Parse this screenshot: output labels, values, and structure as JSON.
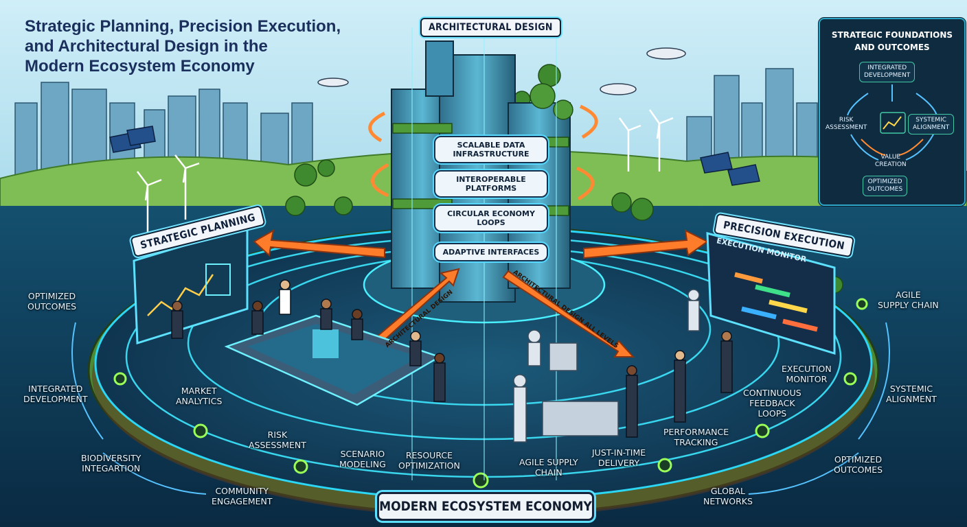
{
  "title_lines": [
    "Strategic Planning, Precision Execution,",
    "and Architectural Design in the",
    "Modern Ecosystem Economy"
  ],
  "architectural_design": "ARCHITECTURAL DESIGN",
  "tower_layers": [
    [
      "SCALABLE DATA",
      "INFRASTRUCTURE"
    ],
    [
      "INTEROPERABLE",
      "PLATFORMS"
    ],
    [
      "CIRCULAR ECONOMY",
      "LOOPS"
    ],
    [
      "ADAPTIVE INTERFACES"
    ]
  ],
  "strategic_planning": "STRATEGIC PLANNING",
  "precision_execution": "PRECISION EXECUTION",
  "execution_monitor_screen": "EXECUTION MONITOR",
  "diagonal_arrow_labels": {
    "left": "ARCHITECTURAL DESIGN",
    "right": "ARCHITECTURAL DESIGN ALL LEVELS"
  },
  "ecosystem_title": "MODERN ECOSYSTEM ECONOMY",
  "panel": {
    "title": [
      "STRATEGIC FOUNDATIONS",
      "AND OUTCOMES"
    ],
    "integrated": [
      "INTEGRATED",
      "DEVELOPMENT"
    ],
    "risk": [
      "RISK",
      "ASSESSMENT"
    ],
    "systemic": [
      "SYSTEMIC",
      "ALIGNMENT"
    ],
    "value": [
      "VALUE",
      "CREATION"
    ],
    "optimized": [
      "OPTIMIZED",
      "OUTCOMES"
    ]
  },
  "ring_labels": {
    "optimized_left": [
      "OPTIMIZED",
      "OUTCOMES"
    ],
    "integrated_left": [
      "INTEGRATED",
      "DEVELOPMENT"
    ],
    "biodiversity": [
      "BIODIVERSITY",
      "INTEGARTION"
    ],
    "community": [
      "COMMUNITY",
      "ENGAGEMENT"
    ],
    "market": [
      "MARKET",
      "ANALYTICS"
    ],
    "risk": [
      "RISK",
      "ASSESSMENT"
    ],
    "scenario": [
      "SCENARIO",
      "MODELING"
    ],
    "resource": [
      "RESOURCE",
      "OPTIMIZATION"
    ],
    "agile_bottom": [
      "AGILE SUPPLY",
      "CHAIN"
    ],
    "jit": [
      "JUST-IN-TIME",
      "DELIVERY"
    ],
    "performance": [
      "PERFORMANCE",
      "TRACKING"
    ],
    "feedback": [
      "CONTINUOUS",
      "FEEDBACK",
      "LOOPS"
    ],
    "exec_monitor": [
      "EXECUTION",
      "MONITOR"
    ],
    "global": [
      "GLOBAL",
      "NETWORKS"
    ],
    "agile_right": [
      "AGILE",
      "SUPPLY CHAIN"
    ],
    "systemic_right": [
      "SYSTEMIC",
      "ALIGNMENT"
    ],
    "optimized_right": [
      "OPTIMIZED",
      "OUTCOMES"
    ]
  },
  "colors": {
    "sky": "#b9e3f2",
    "water": "#0d3a57",
    "ring": "#2ee6ff",
    "arrow": "#ff7a2e",
    "grass": "#5fa844"
  }
}
